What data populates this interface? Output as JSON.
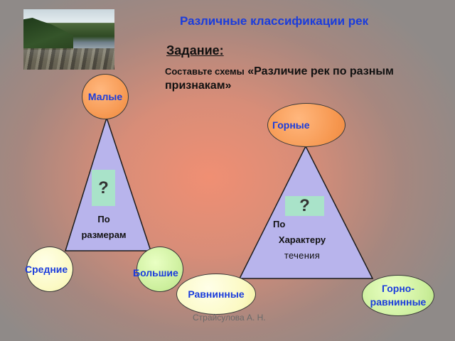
{
  "title": "Различные классификации рек",
  "task_label": "Задание:",
  "instruction_prefix": "Составьте схемы",
  "instruction_rest": "«Различие рек по разным признакам»",
  "left_scheme": {
    "top": "Малые",
    "left": "Средние",
    "right": "Большие",
    "question": "?",
    "center_line1": "По",
    "center_line2": "размерам"
  },
  "right_scheme": {
    "top": "Горные",
    "left": "Равнинные",
    "right_line1": "Горно-",
    "right_line2": "равнинные",
    "question": "?",
    "center_line1": "По",
    "center_line2": "Характеру",
    "center_line3": "течения"
  },
  "footer": "Страйсулова А. Н.",
  "colors": {
    "title": "#1a3cdc",
    "triangle_fill": "#b8b4ec",
    "orange_circle": "#f6974f",
    "green_circle": "#cbee9b",
    "yellow_circle": "#fbf9c2",
    "question_box": "#a9e3c9"
  }
}
